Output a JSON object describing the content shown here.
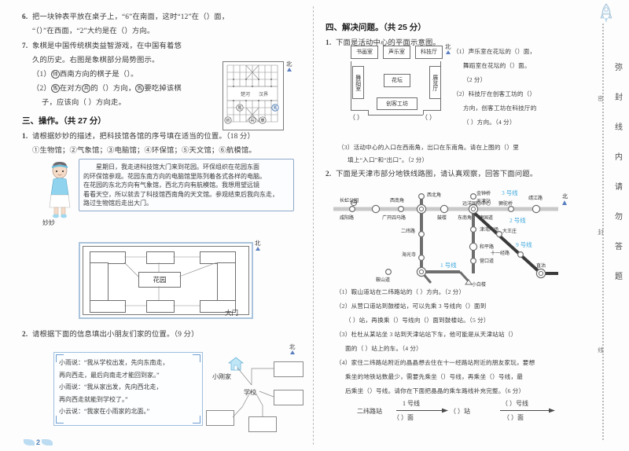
{
  "page": {
    "number": "2",
    "seal_text": "弥封线内请勿答题",
    "seal_small_1": "密",
    "seal_small_2": "封",
    "seal_small_3": "线"
  },
  "left_column": {
    "q6": {
      "num": "6.",
      "line1": "把一块钟表平放在桌子上，“6”在南面，这时“12”在（",
      "line1_end": "）面，",
      "line2a": "“（",
      "line2b": "）”在西面，“2”大约是在（",
      "line2c": "）方向。"
    },
    "q7": {
      "num": "7.",
      "line1": "象棋是中国传统棋类益智游戏，在中国有着悠",
      "line2": "久的历史。右图是象棋部分局势图示。",
      "sub1a": "（1）",
      "sub1b": "西南方向的棋子是（",
      "sub1c": "）。",
      "sub2a": "（2）",
      "sub2b": "在对方",
      "sub2c": "的（",
      "sub2d": "）方向，",
      "sub2e": "要吃掉该棋",
      "sub3": "子，应该向（        ）方向走。",
      "circle1": "帅",
      "circle2": "馬",
      "circle3": "兵",
      "circle4": "馬"
    },
    "section3": "三、操作。（共 27 分）",
    "q1": {
      "num": "1.",
      "text": "请根据妙妙的描述，把科技馆各馆的序号填在适当的位置。（18 分）",
      "options": "①生物馆；②气象馆；③电脑馆；④环保馆；⑤天文馆；⑥航模馆。"
    },
    "story": {
      "speaker": "妙妙",
      "p1": "星期日，我走进科技馆大门来到花园。环保组织在花园东面",
      "p2": "的环保馆参观。花园东南方向的电脑馆里陈列着各式各样的电脑。",
      "p3": "在花园的东北方向有气象馆，西北方向有航模馆。我想用望远镜",
      "p4": "看看天空，所以就去了科技馆西南角的天文馆。参观结束后我向东走，",
      "p5": "路过生物馆后走出大门。"
    },
    "park": {
      "center_label": "花园",
      "gate_label": "大门",
      "north": "北"
    },
    "q2": {
      "num": "2.",
      "text": "请根据下面的信息填出小朋友们家的位置。（9 分）"
    },
    "talk": {
      "l1": "小雨说：“我从学校出发，先向东南走，",
      "l2": "再向西走，最后向南走才能回到家。”",
      "l3": "小雨说：“我从家出发，先向西北走，",
      "l4": "再向西走就能到学校了。”",
      "l5": "小云说：“我家在小雨家的北面。”"
    },
    "houses": {
      "xiaogang": "小刚家",
      "school": "学校",
      "north": "北"
    }
  },
  "right_column": {
    "section4": "四、解决问题。（共 25 分）",
    "q1": {
      "num": "1.",
      "text": "下面是活动中心的平面示意图。",
      "sub1a": "（1）声乐室在花坛的（",
      "sub1b": "）面，",
      "sub1c": "舞蹈室在花坛的（",
      "sub1d": "）面。",
      "sub1e": "（2 分）",
      "sub2a": "（2）科技厅在创客工坊的（",
      "sub2b": "）",
      "sub2c": "方向，创客工坊在科技厅的",
      "sub2d": "（          ）方向。（4 分）",
      "sub3a": "（3）活动中心的入口在西南角，出口在东南角。请在上图的（",
      "sub3b": "）里",
      "sub3c": "填上“入口”和“出口”。（2 分）"
    },
    "activity_center": {
      "rooms": [
        "书画室",
        "声乐室",
        "科技厅",
        "舞蹈室",
        "花坛",
        "展览厅",
        "创客工坊"
      ],
      "north": "北",
      "paren_left": "（      ）",
      "paren_right": "（      ）"
    },
    "q2": {
      "num": "2.",
      "text": "下面是天津市部分地铁线路图，请认真观察，回答下面问题。",
      "sub1": "（1）鞍山道站在二纬路站的（        ）方向。（2 分）",
      "sub2a": "（2）从营口道站到鼓楼站，可以先乘 3 号线向（",
      "sub2b": "）面到",
      "sub2c": "（          ）站，再换乘（",
      "sub2d": "）号线向（",
      "sub2e": "）面到鼓楼站。（5 分）",
      "sub3a": "（3）杜杜从某站坐 3 站到天津站站下车，他可能是从天津站站（",
      "sub3b": "）",
      "sub3c": "面的（          ）站上的车。（4 分）",
      "sub4a": "（4）家住二纬路站附近的晶晶想去住在十一经路站附近的朋友家玩，要想",
      "sub4b": "乘坐的地铁站数最少，需要先乘坐（",
      "sub4c": "）号线，再乘坐（",
      "sub4d": "）号线，最",
      "sub4e": "后乘坐（",
      "sub4f": "）号线。请你在下面把晶晶的乘车路线补充完整。（6 分）"
    },
    "route": {
      "start": "二纬路站",
      "line1_top": "1 号线",
      "line1_bottom": "（      ）面",
      "mid": "（          ）站",
      "line2_top": "（      ）号线",
      "line2_bottom": "（      ）面"
    },
    "metro": {
      "north": "北",
      "lines": [
        {
          "name": "3 号线",
          "color": "#4bb3e0"
        },
        {
          "name": "2 号线",
          "color": "#4bb3e0"
        },
        {
          "name": "9 号线",
          "color": "#4bb3e0"
        },
        {
          "name": "1 号线",
          "color": "#4bb3e0"
        }
      ],
      "stations": [
        "长虹公园",
        "咸阳路",
        "西南角",
        "广开四马路",
        "西北角",
        "鼓楼",
        "东南角",
        "建国道",
        "天津站",
        "金钟桥",
        "远洋国际中心",
        "狮驼桥",
        "靖江路",
        "二纬路",
        "津湾广场",
        "大王庄",
        "和平路",
        "十一经路",
        "营口道",
        "海光寺",
        "鞍山道",
        "小白楼",
        "直沽"
      ]
    }
  }
}
